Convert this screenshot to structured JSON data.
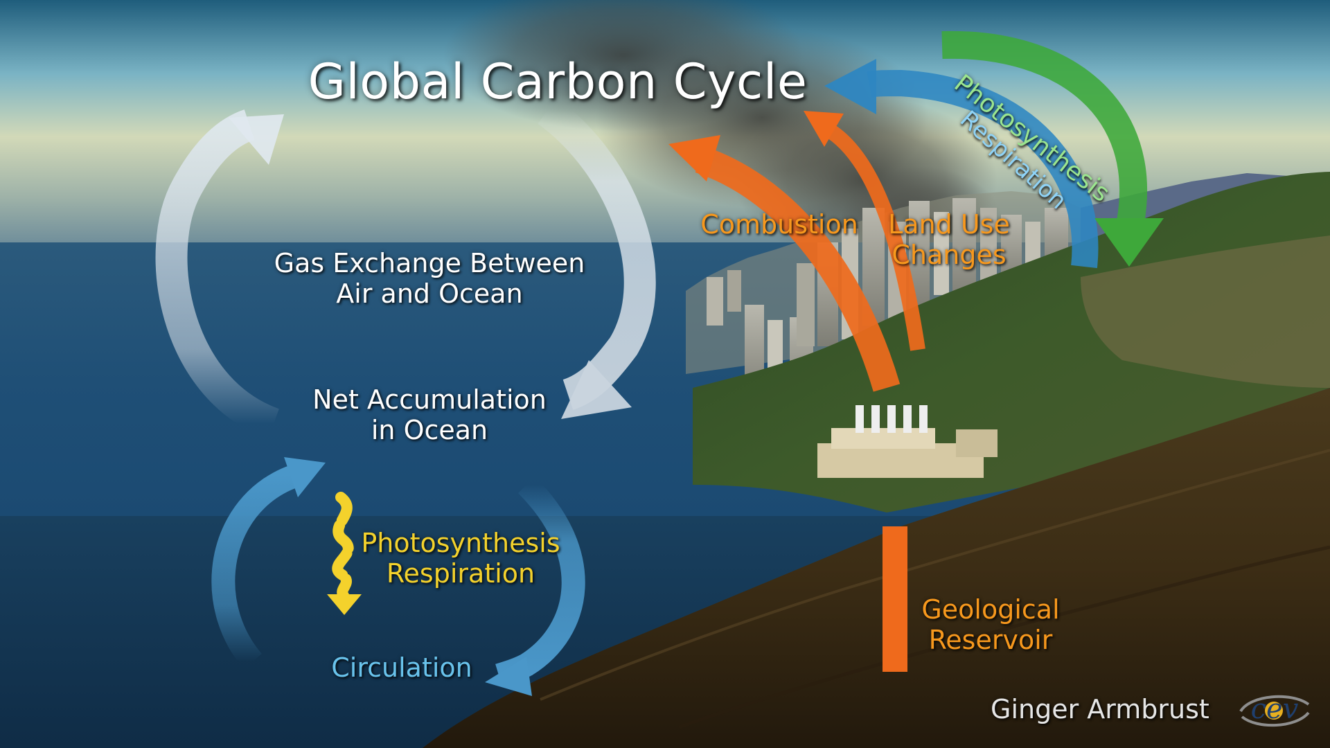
{
  "title": "Global Carbon Cycle",
  "labels": {
    "gas_exchange": [
      "Gas Exchange Between",
      "Air and Ocean"
    ],
    "net_accumulation": [
      "Net Accumulation",
      "in Ocean"
    ],
    "ocean_process": [
      "Photosynthesis",
      "Respiration"
    ],
    "circulation": "Circulation",
    "combustion": "Combustion",
    "land_use": [
      "Land Use",
      "Changes"
    ],
    "geological": [
      "Geological",
      "Reservoir"
    ],
    "land_photosynthesis": "Photosynthesis",
    "land_respiration": "Respiration"
  },
  "credit": "Ginger Armbrust",
  "logo_text": "cev",
  "colors": {
    "orange_flux": "#ef6a1c",
    "blue_flux": "#2e86c1",
    "green_flux": "#3ea83a",
    "ocean_cycle": "#c8d3dd",
    "deep_cycle": "#4a97c9",
    "yellow_flux": "#f4d22c",
    "label_orange": "#f7981d",
    "label_lightblue": "#69c3ec"
  },
  "icons": [
    "smoke-plume",
    "city-skyline",
    "power-plant",
    "forest-hillside",
    "soil-layers",
    "cev-logo"
  ]
}
